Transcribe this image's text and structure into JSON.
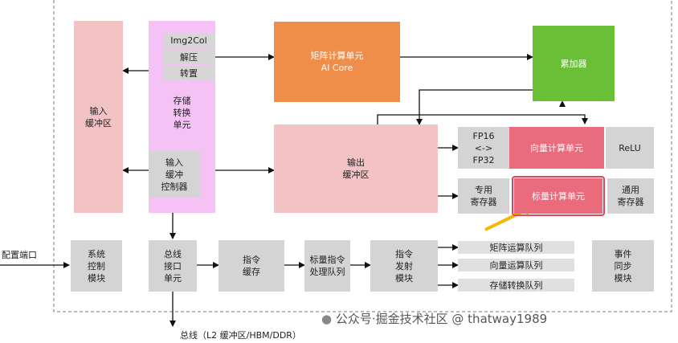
{
  "blocks": {
    "input_buffer": "输入\n缓冲区",
    "storage_convert": "存储\n转换\n单元",
    "img2col": "Img2Col",
    "decompress": "解压",
    "transpose": "转置",
    "input_buffer_ctrl": "输入\n缓冲\n控制器",
    "matrix_unit": "矩阵计算单元\nAI Core",
    "accumulator": "累加器",
    "output_buffer": "输出\n缓冲区",
    "fp_convert": "FP16\n<->\nFP32",
    "vector_unit": "向量计算单元",
    "relu": "ReLU",
    "special_reg": "专用\n寄存器",
    "scalar_unit": "标量计算单元",
    "general_reg": "通用\n寄存器",
    "system_ctrl": "系统\n控制\n模块",
    "bus_interface": "总线\n接口\n单元",
    "instr_cache": "指令\n缓存",
    "scalar_queue": "标量指令\n处理队列",
    "instr_dispatch": "指令\n发射\n模块",
    "matrix_queue": "矩阵运算队列",
    "vector_queue": "向量运算队列",
    "storage_queue": "存储转换队列",
    "event_sync": "事件\n同步\n模块"
  },
  "labels": {
    "config_port": "配置端口",
    "bus": "总线（L2 缓冲区/HBM/DDR）"
  },
  "watermark": "公众号·掘金技术社区 @ thatway1989",
  "colors": {
    "gray": "#d4d4d4",
    "pink": "#f2c2c4",
    "orange": "#ef8d4b",
    "green": "#6abf37",
    "red": "#ea6b7b",
    "lilac": "#f5c2f5",
    "highlight": "#e0455a",
    "arrow_yellow": "#f5b800"
  }
}
